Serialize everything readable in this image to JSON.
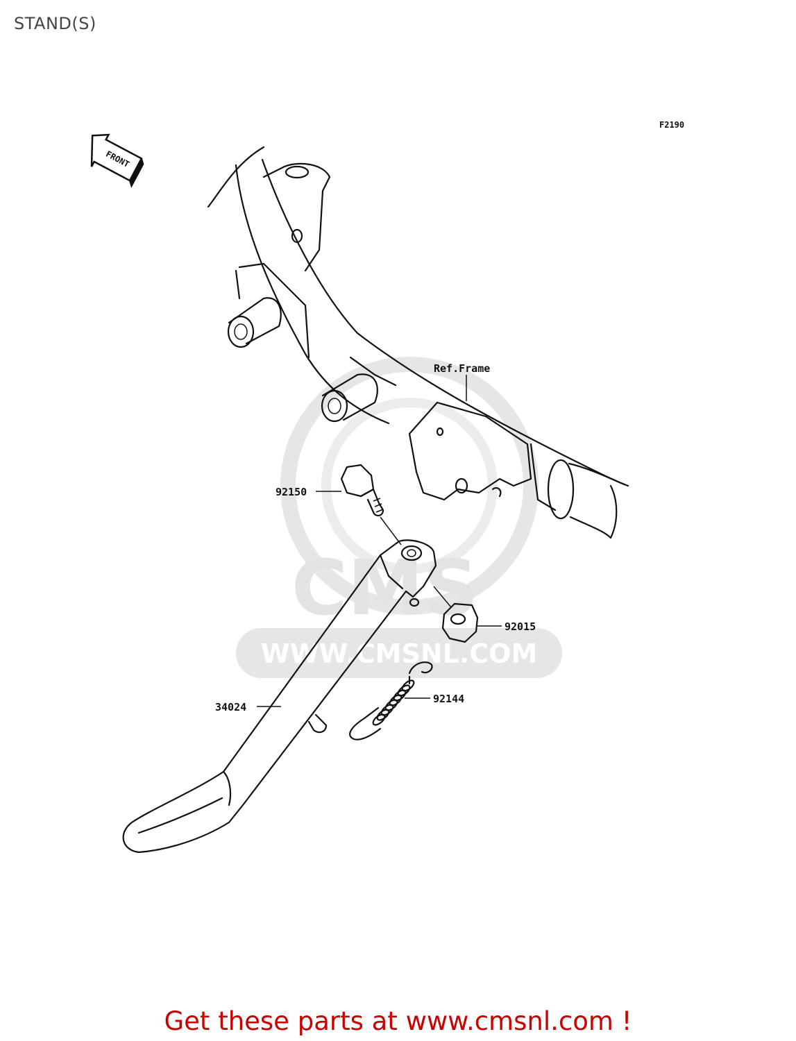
{
  "page": {
    "title": "STAND(S)"
  },
  "figure": {
    "id": "F2190",
    "direction_label": "FRONT"
  },
  "watermark": {
    "text": "WWW.CMSNL.COM",
    "logo_text": "CMS"
  },
  "callouts": [
    {
      "key": "frame",
      "label": "Ref.Frame"
    },
    {
      "key": "bolt",
      "label": "92150"
    },
    {
      "key": "nut",
      "label": "92015"
    },
    {
      "key": "stand",
      "label": "34024"
    },
    {
      "key": "spring",
      "label": "92144"
    }
  ],
  "footer": {
    "cta": "Get these parts at www.cmsnl.com !",
    "color": "#cc0000"
  }
}
